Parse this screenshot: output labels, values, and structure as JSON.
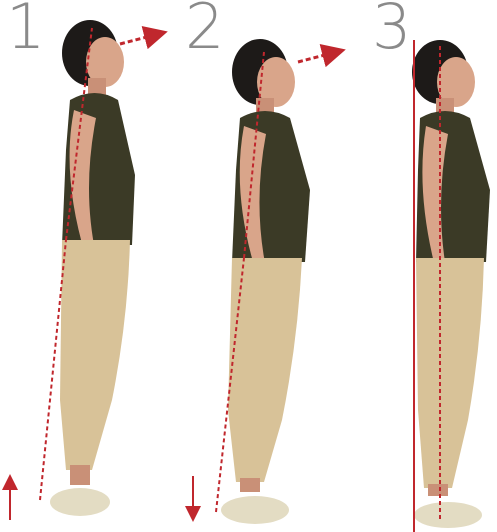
{
  "figure": {
    "labels": [
      "1",
      "2",
      "3"
    ],
    "colors": {
      "label": "#8a8a8a",
      "guide_line": "#c0272d",
      "top": "#3b3a26",
      "pants": "#d8c298",
      "skin": "#d9a58a",
      "hair": "#1d1a18",
      "shoe": "#e3dcc3"
    },
    "arrows": [
      "up-arrow",
      "down-arrow"
    ],
    "wall_present": true
  }
}
